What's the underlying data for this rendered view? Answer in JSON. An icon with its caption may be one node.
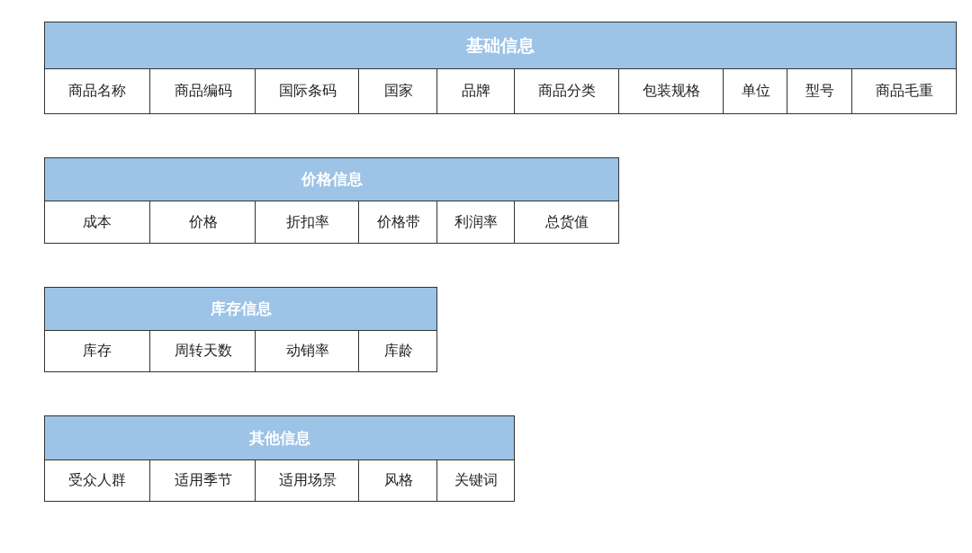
{
  "diagram": {
    "nodes": [
      {
        "text": [
          "基础信息"
        ]
      },
      {
        "text": [
          "商品名称"
        ],
        "in": 0
      },
      {
        "text": [
          "商品编码"
        ],
        "in": 0
      },
      {
        "text": [
          "国际条码"
        ],
        "in": 0
      },
      {
        "text": [
          "国家"
        ],
        "in": 0
      },
      {
        "text": [
          "品牌"
        ],
        "in": 0
      },
      {
        "text": [
          "商品分类"
        ],
        "in": 0
      },
      {
        "text": [
          "包装规格"
        ],
        "in": 0
      },
      {
        "text": [
          "单位"
        ],
        "in": 0
      },
      {
        "text": [
          "型号"
        ],
        "in": 0
      },
      {
        "text": [
          "商品毛重"
        ],
        "in": 0
      },
      {
        "text": [
          "价格信息"
        ]
      },
      {
        "text": [
          "成本"
        ],
        "in": 11
      },
      {
        "text": [
          "价格"
        ],
        "in": 11
      },
      {
        "text": [
          "折扣率"
        ],
        "in": 11
      },
      {
        "text": [
          "价格带"
        ],
        "in": 11
      },
      {
        "text": [
          "利润率"
        ],
        "in": 11
      },
      {
        "text": [
          "总货值"
        ],
        "in": 11
      },
      {
        "text": [
          "库存信息"
        ]
      },
      {
        "text": [
          "库存"
        ],
        "in": 18
      },
      {
        "text": [
          "周转天数"
        ],
        "in": 18
      },
      {
        "text": [
          "动销率"
        ],
        "in": 18
      },
      {
        "text": [
          "库龄"
        ],
        "in": 18
      },
      {
        "text": [
          "其他信息"
        ]
      },
      {
        "text": [
          "受众人群"
        ],
        "in": 23
      },
      {
        "text": [
          "适用季节"
        ],
        "in": 23
      },
      {
        "text": [
          "适用场景"
        ],
        "in": 23
      },
      {
        "text": [
          "风格"
        ],
        "in": 23
      },
      {
        "text": [
          "关键词"
        ],
        "in": 23
      }
    ]
  }
}
